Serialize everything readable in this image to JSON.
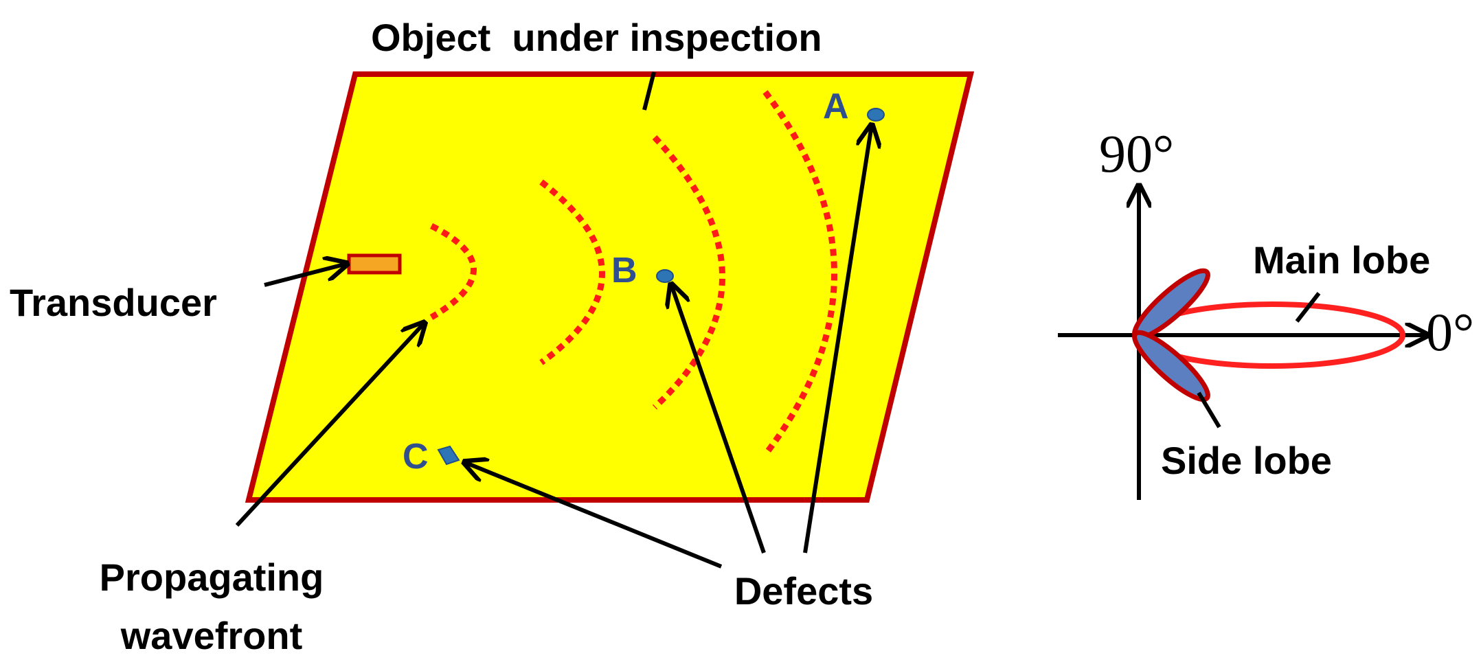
{
  "labels": {
    "object": "Object  under inspection",
    "transducer": "Transducer",
    "wavefront_line1": "Propagating",
    "wavefront_line2": "wavefront",
    "defects": "Defects",
    "defect_a": "A",
    "defect_b": "B",
    "defect_c": "C",
    "main_lobe": "Main lobe",
    "side_lobe": "Side lobe",
    "angle_90": "90°",
    "angle_0": "0°"
  },
  "colors": {
    "plate_fill": "#ffff00",
    "plate_border": "#c00000",
    "wavefront": "#ff1a1a",
    "defect": "#2e75b6",
    "defect_label": "#2f4f8f",
    "main_lobe": "#ff2020",
    "side_lobe_fill": "#5b7fc0",
    "side_lobe_border": "#c00000",
    "arrow": "#000000"
  }
}
